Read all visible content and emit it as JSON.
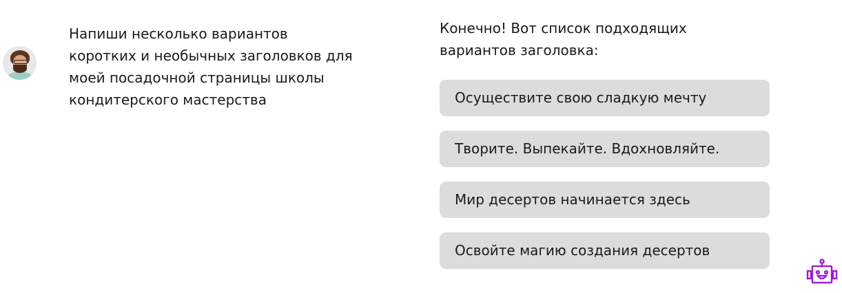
{
  "user_message": {
    "text": "Напиши несколько вариантов коротких и необычных заголовков для моей посадочной страницы школы кондитерского мастерства"
  },
  "bot_message": {
    "intro": "Конечно! Вот список подходящих вариантов заголовка:",
    "options": [
      "Осуществите свою сладкую мечту",
      "Творите. Выпекайте. Вдохновляйте.",
      "Мир десертов начинается здесь",
      "Освойте магию создания десертов"
    ]
  },
  "icons": {
    "user": "user-avatar",
    "bot": "robot-icon"
  },
  "colors": {
    "bot_accent": "#a020d0",
    "option_bg": "#dcdcdc"
  }
}
